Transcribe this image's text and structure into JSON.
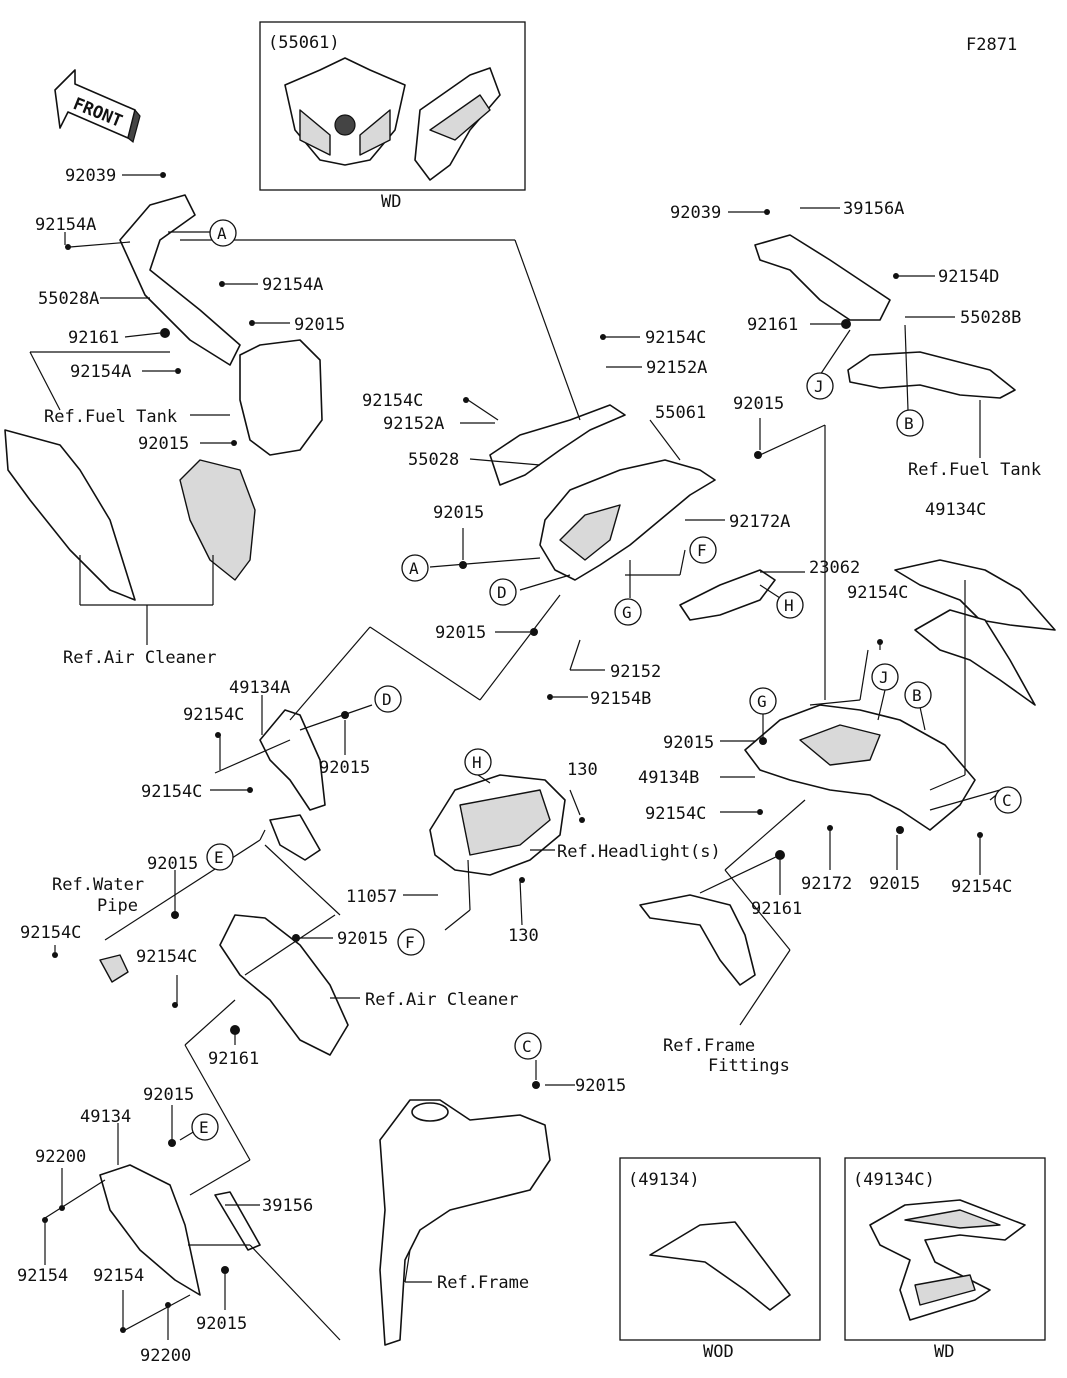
{
  "figure_code": "F2871",
  "front_label": "FRONT",
  "kits": {
    "top": {
      "code": "(55061)",
      "variant": "WD"
    },
    "left": {
      "code": "(49134)",
      "variant": "WOD"
    },
    "right": {
      "code": "(49134C)",
      "variant": "WD"
    }
  },
  "refs": {
    "fuel_tank_left": "Ref.Fuel Tank",
    "fuel_tank_right": "Ref.Fuel Tank",
    "air_cleaner_top": "Ref.Air Cleaner",
    "air_cleaner_mid": "Ref.Air Cleaner",
    "headlights": "Ref.Headlight(s)",
    "water_pipe_1": "Ref.Water",
    "water_pipe_2": "Pipe",
    "frame_fittings_1": "Ref.Frame",
    "frame_fittings_2": "Fittings",
    "frame": "Ref.Frame"
  },
  "callouts": {
    "a1": "A",
    "a2": "A",
    "b1": "B",
    "b2": "B",
    "c1": "C",
    "c2": "C",
    "d1": "D",
    "d2": "D",
    "e1": "E",
    "e2": "E",
    "f1": "F",
    "f2": "F",
    "g1": "G",
    "g2": "G",
    "h1": "H",
    "h2": "H",
    "j1": "J",
    "j2": "J"
  },
  "part_numbers": {
    "p01": "92039",
    "p02": "92154A",
    "p03": "92154A",
    "p04": "55028A",
    "p05": "92015",
    "p06": "92161",
    "p07": "92154A",
    "p08": "92015",
    "p09": "92039",
    "p10": "39156A",
    "p11": "92154D",
    "p12": "92161",
    "p13": "55028B",
    "p14": "92154C",
    "p15": "92152A",
    "p16": "92154C",
    "p17": "92152A",
    "p18": "55061",
    "p19": "92015",
    "p20": "55028",
    "p21": "92172A",
    "p22": "92015",
    "p23": "23062",
    "p24": "49134C",
    "p25": "92154C",
    "p26": "92015",
    "p27": "92152",
    "p28": "92154B",
    "p29": "49134A",
    "p30": "92154C",
    "p31": "92015",
    "p32": "92154C",
    "p33": "130",
    "p34": "92015",
    "p35": "49134B",
    "p36": "92154C",
    "p37": "92015",
    "p38": "92154C",
    "p39": "11057",
    "p40": "130",
    "p41": "92172",
    "p42": "92015",
    "p43": "92154C",
    "p44": "92161",
    "p45": "92015",
    "p46": "92154C",
    "p47": "92161",
    "p48": "92015",
    "p49": "49134",
    "p50": "92015",
    "p51": "92200",
    "p52": "39156",
    "p53": "92154",
    "p54": "92154",
    "p55": "92015",
    "p56": "92200"
  }
}
